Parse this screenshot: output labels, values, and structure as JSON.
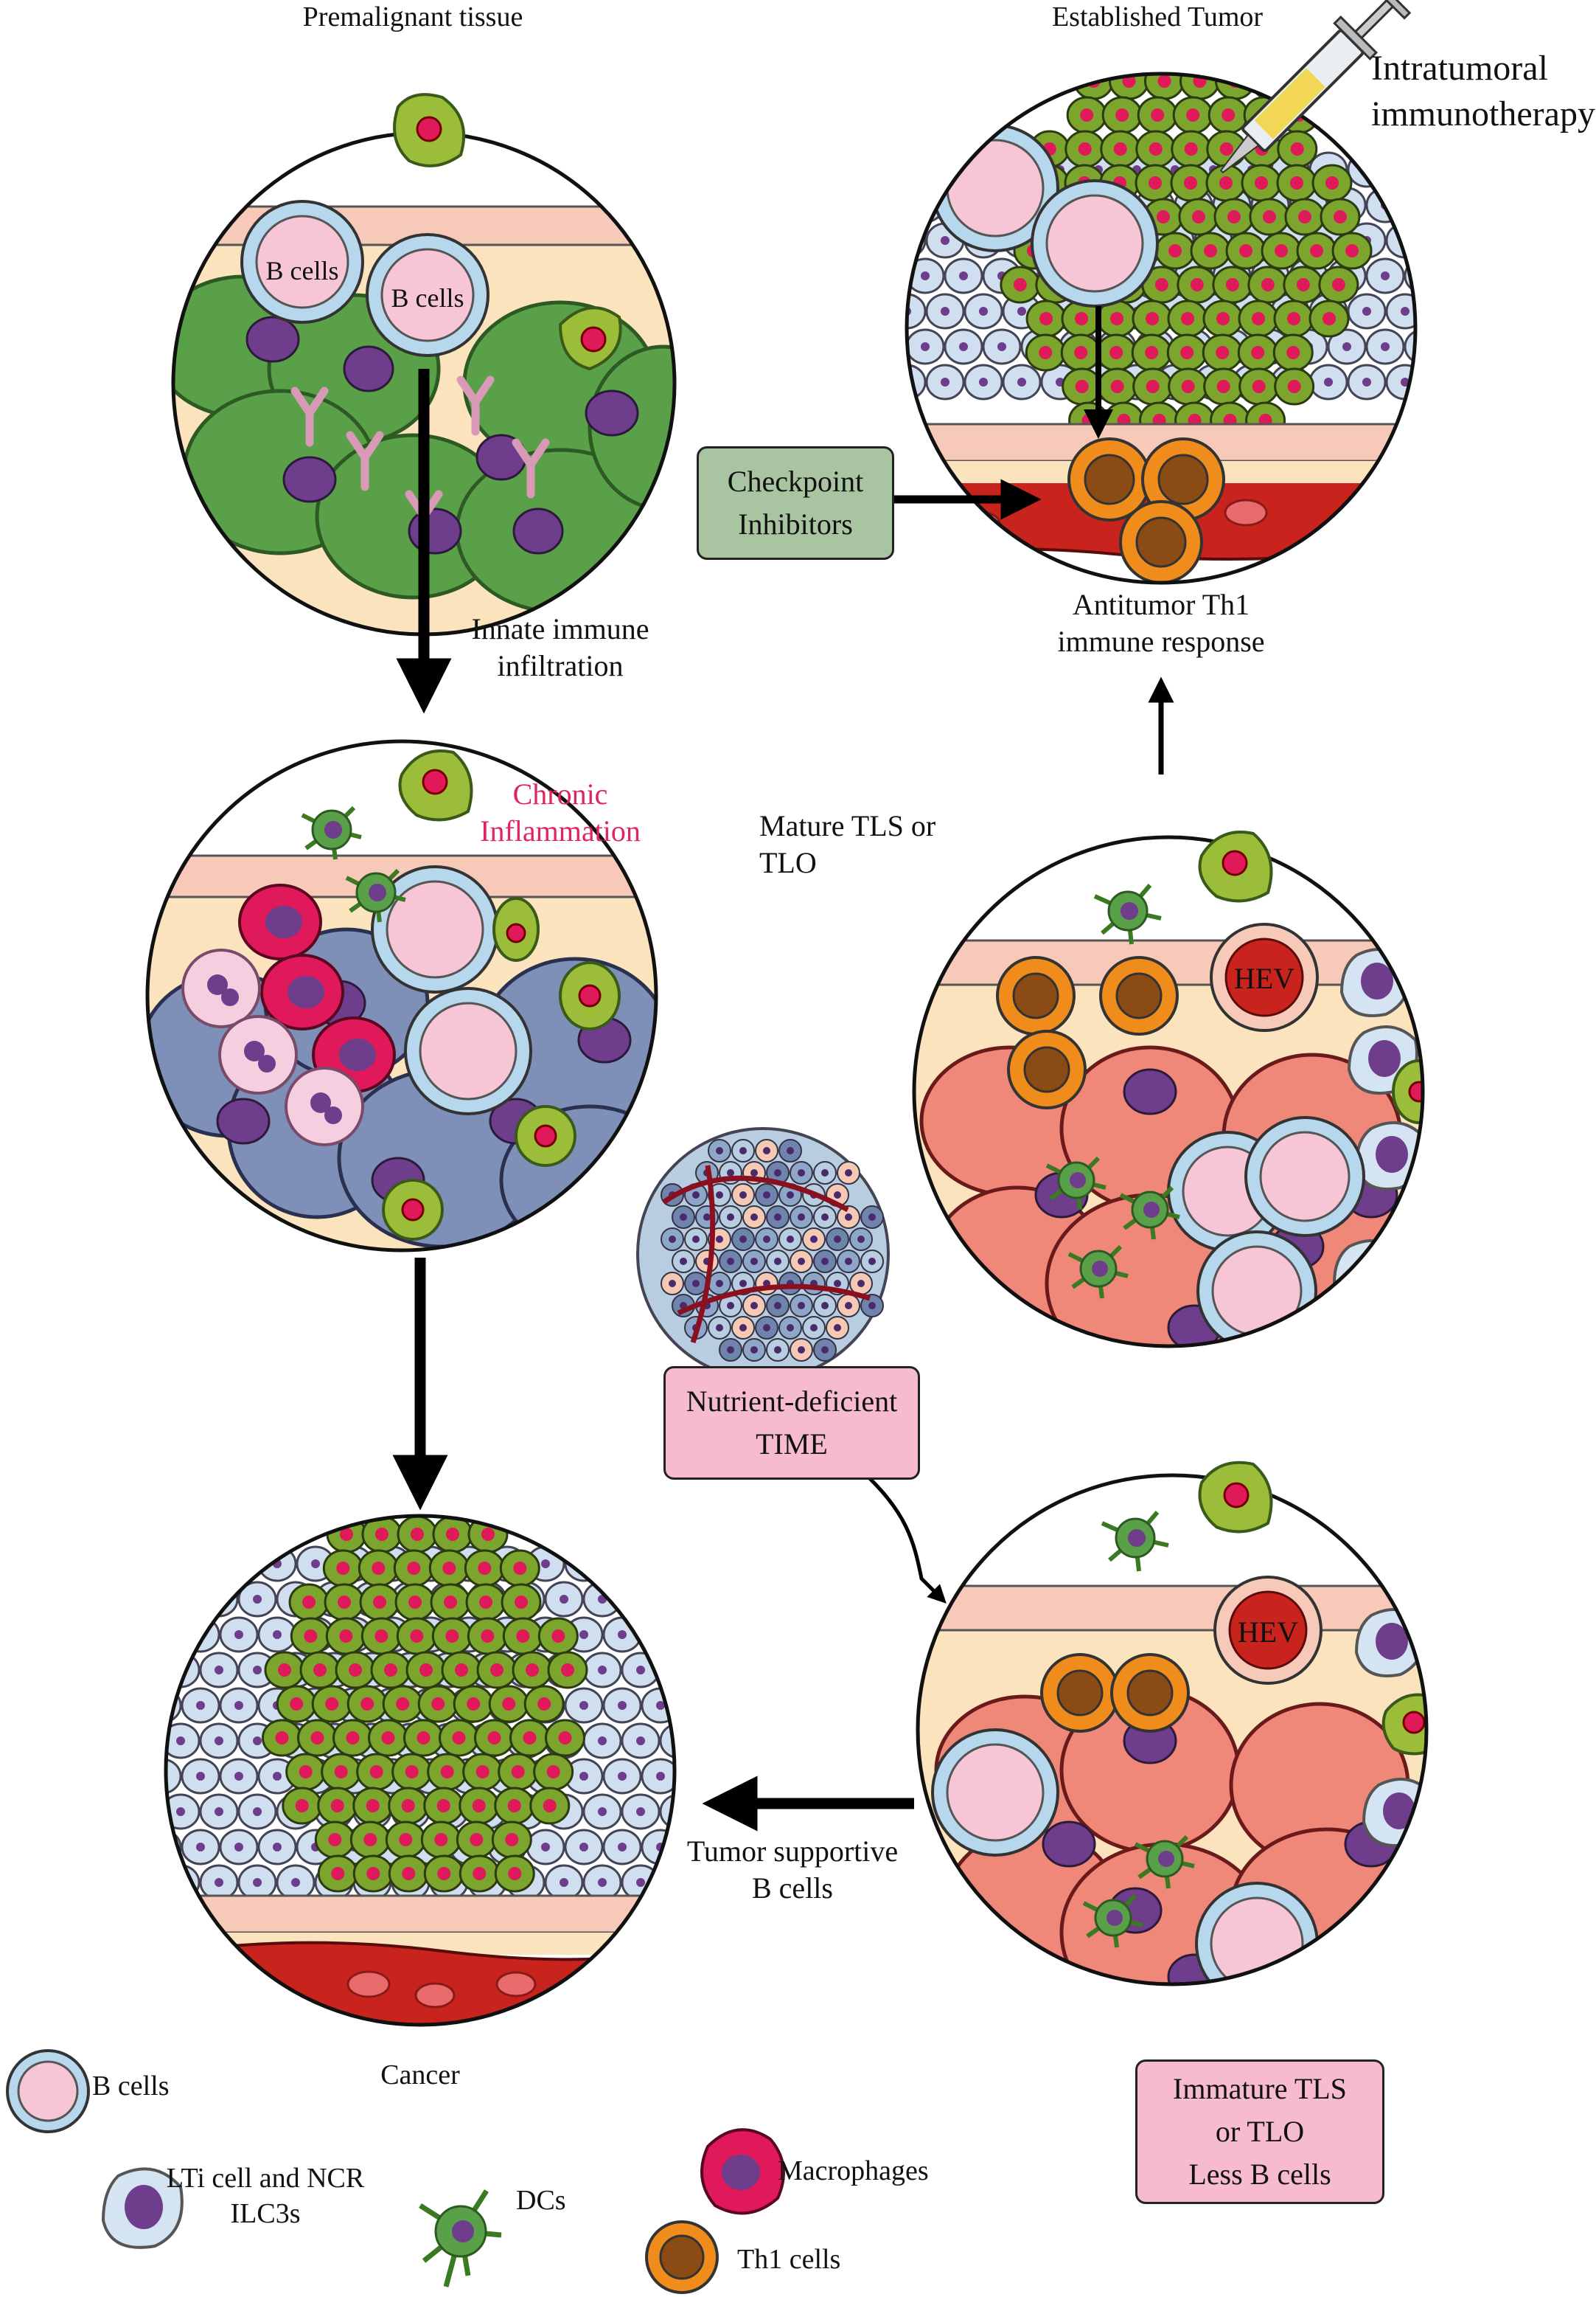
{
  "panels": {
    "premalignant": {
      "title": "Premalignant tissue",
      "b_cell_1": "B cells",
      "b_cell_2": "B cells"
    },
    "established": {
      "title": "Established Tumor",
      "injection": "Intratumoral\nimmunotherapy"
    },
    "chronic": {
      "label": "Chronic\nInflammation"
    },
    "mature": {
      "label": "Mature TLS or\nTLO",
      "hev": "HEV"
    },
    "immature": {
      "hev": "HEV"
    },
    "cancer": {
      "label": "Cancer"
    }
  },
  "arrows": {
    "innate": "Innate immune\ninfiltration",
    "antitumor": "Antitumor Th1\nimmune response",
    "tumor_supportive": "Tumor supportive\nB cells"
  },
  "boxes": {
    "checkpoint": {
      "line1": "Checkpoint",
      "line2": "Inhibitors",
      "color": "#a9c4a0"
    },
    "nutrient": {
      "line1": "Nutrient-deficient",
      "line2": "TIME",
      "color": "#f6bccd"
    },
    "immature_tls": {
      "line1": "Immature TLS",
      "line2": "or TLO",
      "line3": "Less B cells",
      "color": "#f6bccd"
    }
  },
  "legend": {
    "b_cells": "B cells",
    "lti": "LTi cell and NCR\nILC3s",
    "dcs": "DCs",
    "macrophages": "Macrophages",
    "th1": "Th1 cells"
  },
  "colors": {
    "skin": "#fbe4bd",
    "endothelium": "#f7c9b8",
    "green_cell": "#5aa048",
    "tumor_cell": "#7ba52c",
    "nucleus_red": "#e01a5a",
    "nucleus_purple": "#6e3d8c",
    "blue_cell": "#7e8fb8",
    "light_blue_cell": "#cfdff0",
    "salmon_cell": "#f0887a",
    "b_cell_fill": "#f7c6d6",
    "b_cell_ring": "#b6d7ec",
    "th1": "#f08c1c",
    "th1_core": "#8a4b14",
    "vessel": "#c8231c",
    "chronic_text": "#e0245e"
  }
}
